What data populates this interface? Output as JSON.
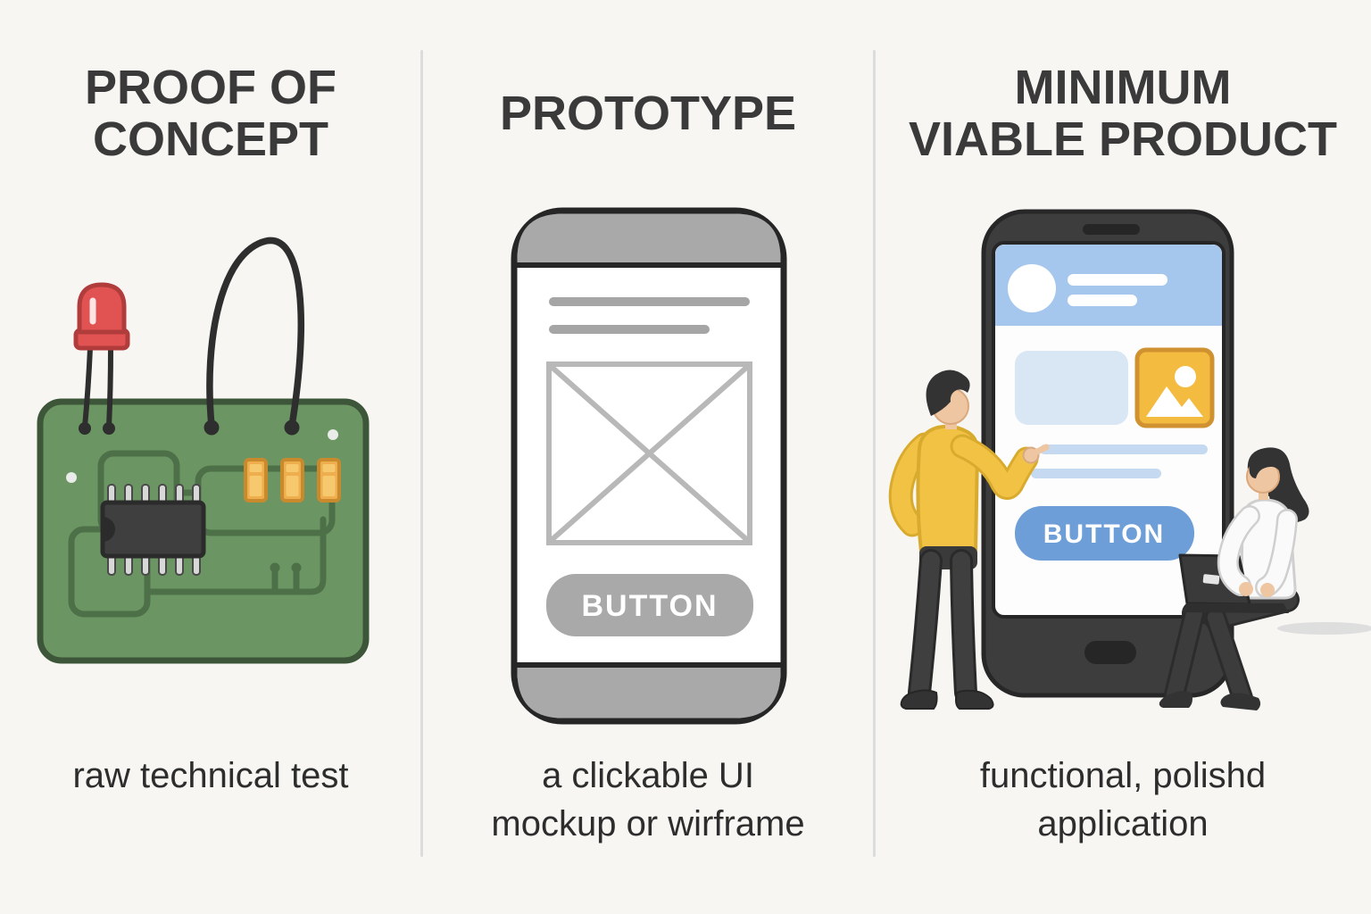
{
  "page": {
    "type": "infographic-3-stages",
    "background_color": "#f7f6f3",
    "divider_color": "#dcdcdc",
    "title_color": "#3a3a3a",
    "caption_color": "#2d2d2d"
  },
  "columns": [
    {
      "id": "proof-of-concept",
      "title": "PROOF OF CONCEPT",
      "title_lines": [
        "PROOF OF",
        "CONCEPT"
      ],
      "caption": "raw technical test",
      "caption_lines": [
        "raw technical test"
      ],
      "illustration": {
        "name": "circuit-board",
        "parts": [
          "pcb-board",
          "red-led",
          "led-legs",
          "jumper-wire",
          "ic-chip",
          "chip-pins",
          "capacitors",
          "circuit-traces",
          "solder-dots"
        ],
        "colors": {
          "board_fill": "#6b9663",
          "board_border": "#3d5639",
          "trace": "#4e7048",
          "led_fill": "#e15352",
          "led_border": "#b13c3c",
          "wire": "#2e2e2e",
          "capacitor_fill": "#efae4e",
          "capacitor_border": "#c9892d",
          "capacitor_inner": "#f6c96f",
          "chip_fill": "#3f3f3f",
          "chip_border": "#2b2b2b",
          "pin_fill": "#d8d8d8",
          "dot_fill": "#e9ece8"
        }
      }
    },
    {
      "id": "prototype",
      "title": "PROTOTYPE",
      "title_lines": [
        "PROTOTYPE"
      ],
      "caption": "a clickable UI mockup or wirframe",
      "caption_lines": [
        "a clickable UI",
        "mockup or wirframe"
      ],
      "illustration": {
        "name": "wireframe-phone",
        "button_label": "BUTTON",
        "parts": [
          "phone-frame",
          "top-bar",
          "text-lines",
          "image-placeholder-x",
          "button-pill",
          "bottom-bar"
        ],
        "colors": {
          "frame": "#262626",
          "bar_fill": "#a9a9a9",
          "line_fill": "#a5a5a5",
          "placeholder_stroke": "#b8b8b8",
          "button_fill": "#a9a9a9",
          "button_text": "#ffffff",
          "screen": "#ffffff"
        }
      }
    },
    {
      "id": "minimum-viable-product",
      "title": "MINIMUM VIABLE PRODUCT",
      "title_lines": [
        "MINIMUM",
        "VIABLE PRODUCT"
      ],
      "caption": "functional, polishd application",
      "caption_lines": [
        "functional, polishd",
        "application"
      ],
      "illustration": {
        "name": "polished-app-with-people",
        "button_label": "BUTTON",
        "parts": [
          "smartphone",
          "speaker",
          "app-header",
          "avatar-circle",
          "header-text-lines",
          "content-card",
          "image-thumbnail",
          "body-text-lines",
          "button-pill",
          "home-button",
          "man-pointing",
          "woman-with-laptop",
          "laptop"
        ],
        "colors": {
          "phone_body": "#3d3d3d",
          "phone_border": "#272727",
          "screen": "#fdfdfd",
          "header_fill": "#a5c6ed",
          "card_fill": "#d9e6f3",
          "thumb_fill": "#f3bb3f",
          "thumb_border": "#d09130",
          "line_fill": "#c5daf0",
          "button_fill": "#6d9ed8",
          "button_text": "#ffffff",
          "sweater": "#f2c244",
          "shirt": "#fafafa",
          "pants": "#3a3a3a",
          "skin": "#eec6a2",
          "hair": "#333333"
        }
      }
    }
  ]
}
